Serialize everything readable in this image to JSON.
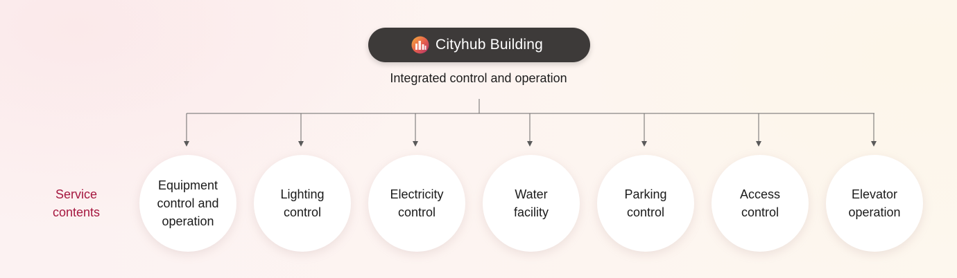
{
  "header": {
    "title": "Cityhub Building",
    "subtitle": "Integrated control and operation"
  },
  "side_label": "Service\ncontents",
  "services": [
    {
      "label": "Equipment\ncontrol and\noperation"
    },
    {
      "label": "Lighting\ncontrol"
    },
    {
      "label": "Electricity\ncontrol"
    },
    {
      "label": "Water\nfacility"
    },
    {
      "label": "Parking\ncontrol"
    },
    {
      "label": "Access\ncontrol"
    },
    {
      "label": "Elevator\noperation"
    }
  ],
  "colors": {
    "pill": "#3d3a39",
    "accent": "#a5173f",
    "line": "#5a5a5a"
  }
}
